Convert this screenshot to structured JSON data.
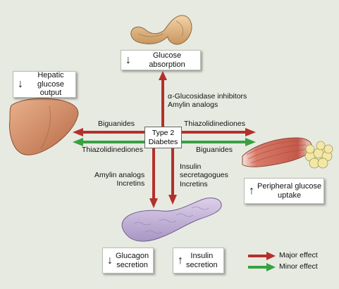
{
  "center": {
    "line1": "Type 2",
    "line2": "Diabetes"
  },
  "boxes": {
    "glucose_absorption": {
      "arrow": "↓",
      "text": "Glucose absorption"
    },
    "hepatic_output": {
      "arrow": "↓",
      "line1": "Hepatic glucose",
      "line2": "output"
    },
    "peripheral_uptake": {
      "arrow": "↑",
      "line1": "Peripheral glucose",
      "line2": "uptake"
    },
    "glucagon_secretion": {
      "arrow": "↓",
      "line1": "Glucagon",
      "line2": "secretion"
    },
    "insulin_secretion": {
      "arrow": "↑",
      "line1": "Insulin",
      "line2": "secretion"
    }
  },
  "labels": {
    "up": {
      "line1": "α-Glucosidase inhibitors",
      "line2": "Amylin analogs"
    },
    "left_top": "Biguanides",
    "left_bottom": "Thiazolidinediones",
    "right_top": "Thiazolidinediones",
    "right_bottom": "Biguanides",
    "down_left": {
      "line1": "Amylin analogs",
      "line2": "Incretins"
    },
    "down_right": {
      "line1": "Insulin",
      "line2": "secretagogues",
      "line3": "Incretins"
    }
  },
  "legend": {
    "major": "Major effect",
    "minor": "Minor effect"
  },
  "colors": {
    "major_arrow": "#b3302c",
    "minor_arrow": "#37a142",
    "background": "#e7eae1"
  }
}
